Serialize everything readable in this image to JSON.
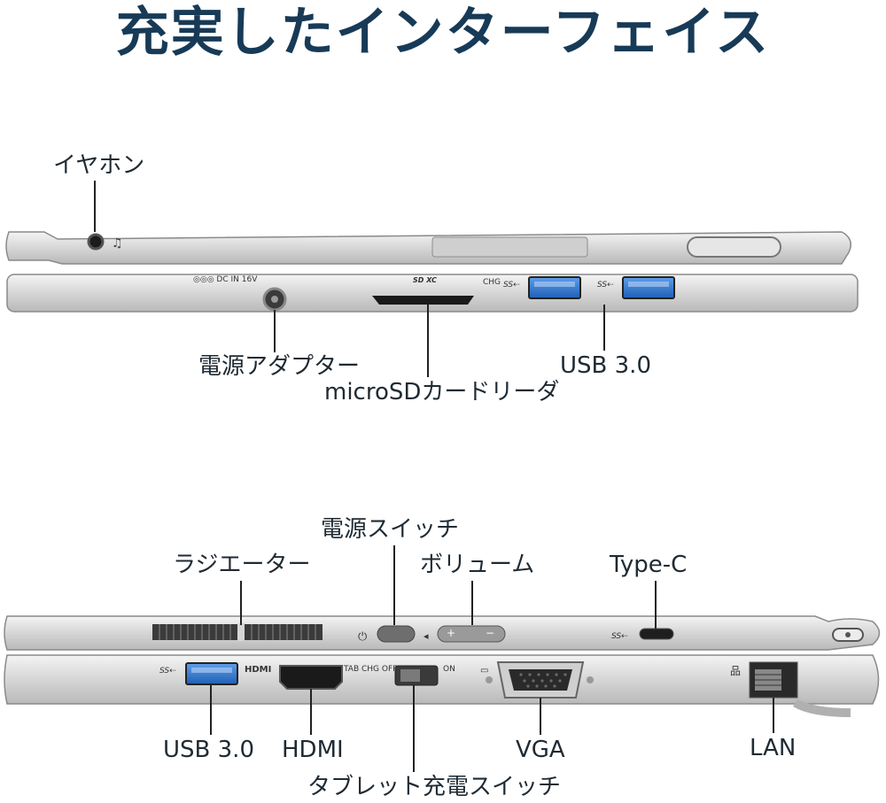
{
  "title": "充実したインターフェイス",
  "top_view": {
    "labels": {
      "earphone": "イヤホン",
      "power_adapter": "電源アダプター",
      "microsd_reader": "microSDカードリーダ",
      "usb": "USB 3.0"
    },
    "printed": {
      "dc_in": "◎◎◎ DC IN 16V",
      "chg": "CHG",
      "sd_logo": "SD XC"
    }
  },
  "bottom_view": {
    "labels": {
      "power_switch": "電源スイッチ",
      "radiator": "ラジエーター",
      "volume": "ボリューム",
      "type_c": "Type-C",
      "usb": "USB 3.0",
      "hdmi": "HDMI",
      "tablet_charge_switch": "タブレット充電スイッチ",
      "vga": "VGA",
      "lan": "LAN"
    },
    "printed": {
      "hdmi_logo": "HDMI",
      "tab_chg_off": "TAB CHG OFF",
      "on": "ON",
      "volume_plus": "+",
      "volume_minus": "−"
    }
  },
  "colors": {
    "title": "#173a57",
    "body_silver": "#d9d9d9",
    "usb_blue": "#2b6fc7",
    "port_dark": "#2a2a2a"
  }
}
